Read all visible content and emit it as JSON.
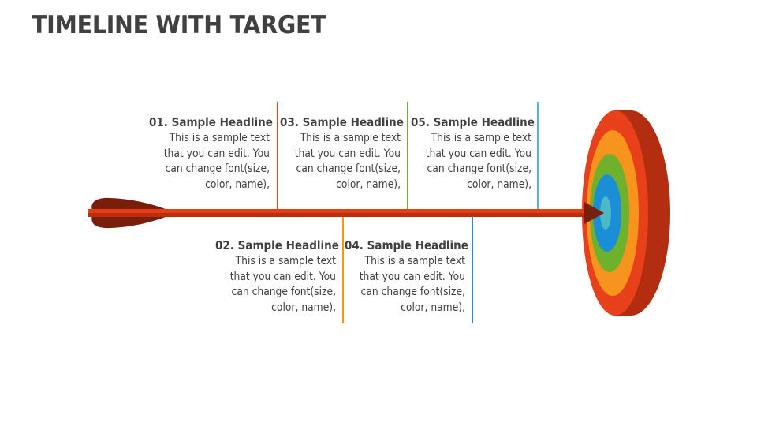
{
  "title": "TIMELINE WITH TARGET",
  "colors": {
    "title_text": "#404040",
    "body_text": "#404040",
    "arrow_shaft_top": "#E63E12",
    "arrow_shaft_bottom": "#B92E10",
    "arrow_fletching": "#7A1E0C",
    "target_outer": "#E8401A",
    "target_outer_side": "#B32E10",
    "target_orange": "#F7941D",
    "target_green": "#6DB12C",
    "target_blue": "#1A8ED6",
    "target_center": "#4DB8C8"
  },
  "items": [
    {
      "number": "01",
      "headline": "01. Sample Headline",
      "position": "top",
      "line_color": "#E8401A",
      "lines": [
        "This is a sample text",
        "that you can edit. You",
        "can change font(size,",
        "color, name),"
      ]
    },
    {
      "number": "02",
      "headline": "02. Sample Headline",
      "position": "bottom",
      "line_color": "#F7941D",
      "lines": [
        "This is a sample text",
        "that you can edit. You",
        "can change font(size,",
        "color, name),"
      ]
    },
    {
      "number": "03",
      "headline": "03. Sample Headline",
      "position": "top",
      "line_color": "#6DB12C",
      "lines": [
        "This is a sample text",
        "that you can edit. You",
        "can change font(size,",
        "color, name),"
      ]
    },
    {
      "number": "04",
      "headline": "04. Sample Headline",
      "position": "bottom",
      "line_color": "#1A8ED6",
      "lines": [
        "This is a sample text",
        "that you can edit. You",
        "can change font(size,",
        "color, name),"
      ]
    },
    {
      "number": "05",
      "headline": "05. Sample Headline",
      "position": "top",
      "line_color": "#4DB8C8",
      "lines": [
        "This is a sample text",
        "that you can edit. You",
        "can change font(size,",
        "color, name),"
      ]
    }
  ]
}
